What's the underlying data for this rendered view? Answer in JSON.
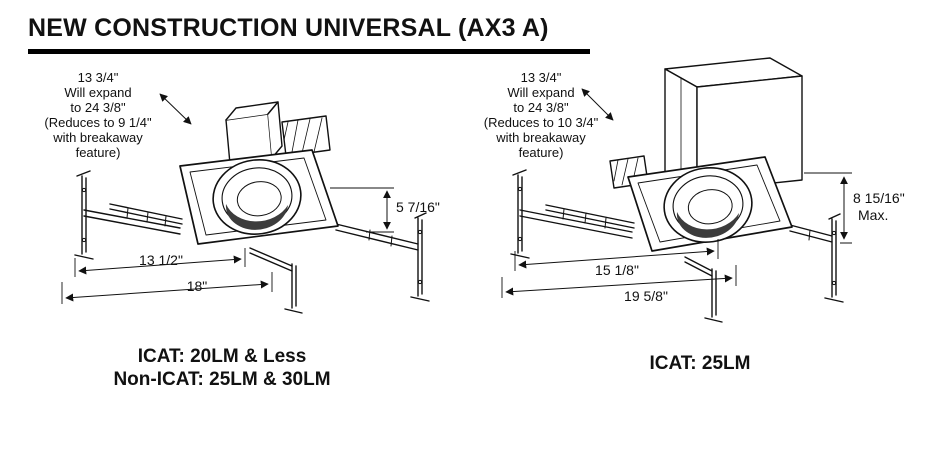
{
  "title": "NEW CONSTRUCTION UNIVERSAL (AX3 A)",
  "figure_left": {
    "note": [
      "13 3/4\"",
      "Will expand",
      "to 24 3/8\"",
      "(Reduces to 9 1/4\"",
      "with breakaway",
      "feature)"
    ],
    "dim_height": "5 7/16\"",
    "dim_width_inner": "13 1/2\"",
    "dim_width_outer": "18\"",
    "caption": [
      "ICAT: 20LM & Less",
      "Non-ICAT: 25LM & 30LM"
    ]
  },
  "figure_right": {
    "note": [
      "13 3/4\"",
      "Will expand",
      "to 24 3/8\"",
      "(Reduces to 10 3/4\"",
      "with breakaway",
      "feature)"
    ],
    "dim_height": "8 15/16\"",
    "dim_height_note": "Max.",
    "dim_width_inner": "15 1/8\"",
    "dim_width_outer": "19 5/8\"",
    "caption": [
      "ICAT: 25LM"
    ]
  }
}
